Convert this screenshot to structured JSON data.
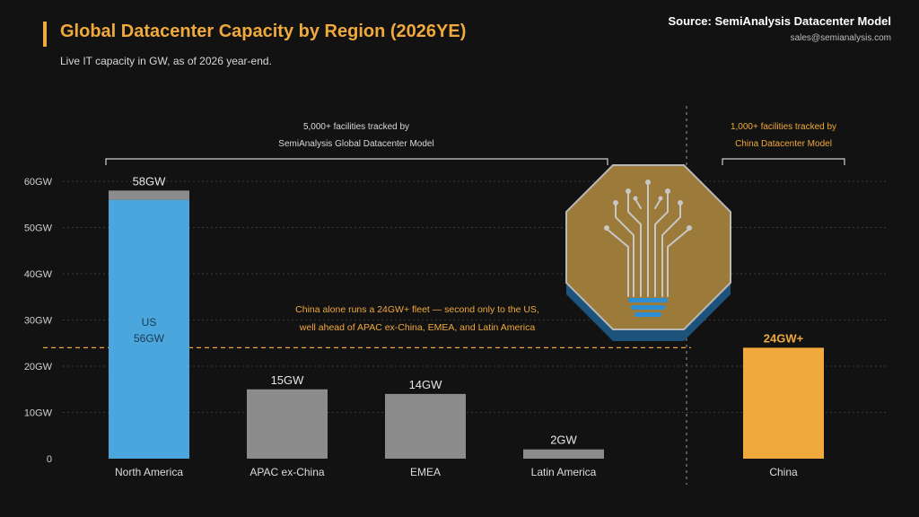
{
  "header": {
    "title": "Global Datacenter Capacity by Region (2026YE)",
    "subtitle": "Live IT capacity in GW, as of 2026 year-end.",
    "source": "Source: SemiAnalysis Datacenter Model",
    "email": "sales@semianalysis.com"
  },
  "colors": {
    "accent": "#f0a93c",
    "us_blue": "#4aa6dc",
    "gray_bar": "#8c8c8c",
    "china_orange": "#f0a93c",
    "background": "#121212"
  },
  "brackets": {
    "global": {
      "line1": "5,000+ facilities tracked by",
      "line2": "SemiAnalysis Global Datacenter Model"
    },
    "china": {
      "line1": "1,000+ facilities tracked by",
      "line2": "China Datacenter Model"
    }
  },
  "annotation": {
    "line1": "China alone runs a 24GW+ fleet — second only to the US,",
    "line2": "well ahead of APAC ex-China, EMEA, and Latin America"
  },
  "logo_icon": "circuit-brain-lightbulb-icon",
  "chart_data": {
    "type": "bar",
    "ylim": [
      0,
      60
    ],
    "y_ticks": [
      0,
      10,
      20,
      30,
      40,
      50,
      60
    ],
    "y_tick_labels": [
      "0",
      "10GW",
      "20GW",
      "30GW",
      "40GW",
      "50GW",
      "60GW"
    ],
    "grid": true,
    "reference_line": 24,
    "categories": [
      "North America",
      "APAC ex-China",
      "EMEA",
      "Latin America",
      "China"
    ],
    "values": [
      58,
      15,
      14,
      2,
      24
    ],
    "value_labels": [
      "58GW",
      "15GW",
      "14GW",
      "2GW",
      "24GW+"
    ],
    "segments": {
      "North America": [
        {
          "name": "US",
          "value": 56,
          "label_line1": "US",
          "label_line2": "56GW"
        },
        {
          "name": "",
          "value": 2
        }
      ]
    }
  }
}
